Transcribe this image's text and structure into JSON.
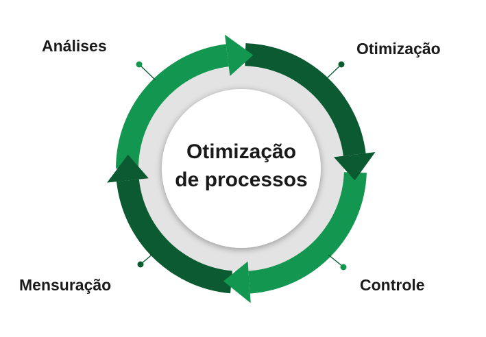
{
  "center": {
    "line1": "Otimização",
    "line2": "de processos"
  },
  "stages": [
    {
      "label": "Análises"
    },
    {
      "label": "Otimização"
    },
    {
      "label": "Controle"
    },
    {
      "label": "Mensuração"
    }
  ],
  "colors": {
    "light_green": "#13964f",
    "dark_green": "#0b5a31",
    "inner_ring": "#e3e3e3",
    "center_fill": "#ffffff",
    "text": "#1a1a1a"
  }
}
